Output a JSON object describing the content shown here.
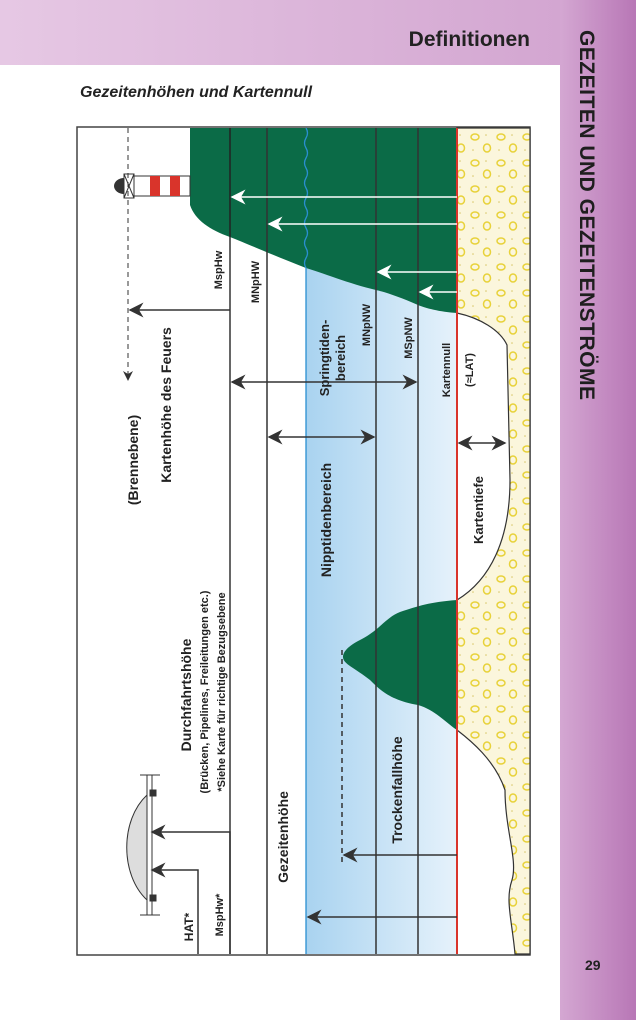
{
  "header": {
    "title": "Definitionen"
  },
  "side": {
    "title": "GEZEITEN UND GEZEITENSTRÖME",
    "page_number": "29"
  },
  "figure": {
    "title": "Gezeitenhöhen und Kartennull",
    "labels": {
      "brennebene": "(Brennebene)",
      "kartenhoehe": "Kartenhöhe des Feuers",
      "msphw": "MspHw",
      "mnphw": "MNpHW",
      "springtiden1": "Springtiden-",
      "springtiden2": "bereich",
      "mnpnw": "MNpNW",
      "mspnw": "MSpNW",
      "kartennull": "Kartennull",
      "lat": "(≈LAT)",
      "nipptiden": "Nipptidenbereich",
      "kartentiefe": "Kartentiefe",
      "durchfahrt": "Durchfahrtshöhe",
      "durchfahrt_sub": "(Brücken, Pipelines, Freileitungen etc.)",
      "durchfahrt_note": "*Siehe Karte für richtige Bezugsebene",
      "hat": "HAT*",
      "msphw_star": "MspHw*",
      "gezeitenhoehe": "Gezeitenhöhe",
      "trockenfall": "Trockenfallhöhe"
    },
    "colors": {
      "land": "#0b6b47",
      "water": "#cfe6f6",
      "chart_datum": "#d9342b",
      "sand": "#fbf6dc",
      "pebbles": "#e8d23a"
    }
  }
}
